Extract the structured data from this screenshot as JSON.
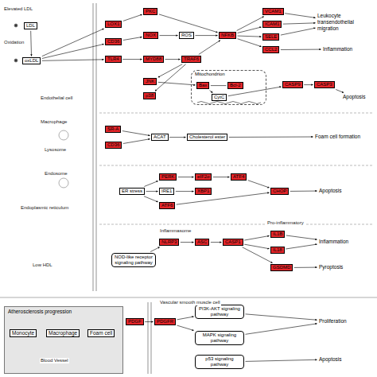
{
  "diagram": {
    "nodes": [
      {
        "text": [
          "Mitochondrion"
        ]
      },
      {
        "text": [
          "Bax"
        ],
        "in": 0
      },
      {
        "text": [
          "Bcl-2"
        ],
        "in": 0
      },
      {
        "text": [
          "CytC"
        ],
        "in": 0
      },
      {
        "text": [
          "LDL"
        ]
      },
      {
        "text": [
          "oxLDL"
        ]
      },
      {
        "text": [
          "LOX1"
        ]
      },
      {
        "text": [
          "CD36"
        ]
      },
      {
        "text": [
          "TLR4"
        ]
      },
      {
        "text": [
          "PKC"
        ]
      },
      {
        "text": [
          "NOX"
        ]
      },
      {
        "text": [
          "ROS"
        ]
      },
      {
        "text": [
          "MYD88"
        ]
      },
      {
        "text": [
          "TRAF6"
        ]
      },
      {
        "text": [
          "NFKB"
        ]
      },
      {
        "text": [
          "VCAM1"
        ]
      },
      {
        "text": [
          "ICAM1"
        ]
      },
      {
        "text": [
          "SELE"
        ]
      },
      {
        "text": [
          "CCL2"
        ]
      },
      {
        "text": [
          "Inflammation"
        ]
      },
      {
        "text": [
          "Leukocyte transendothelial migration"
        ]
      },
      {
        "text": [
          "CASP9"
        ]
      },
      {
        "text": [
          "CASP3"
        ]
      },
      {
        "text": [
          "Apoptosis"
        ]
      },
      {
        "text": [
          "JNK"
        ]
      },
      {
        "text": [
          "p38"
        ]
      },
      {
        "text": [
          "SR-A"
        ]
      },
      {
        "text": [
          "CD36"
        ]
      },
      {
        "text": [
          "ACAT"
        ]
      },
      {
        "text": [
          "Cholesterol ester"
        ]
      },
      {
        "text": [
          "Foam cell formation"
        ]
      },
      {
        "text": [
          "ER stress"
        ]
      },
      {
        "text": [
          "PERK"
        ]
      },
      {
        "text": [
          "eIF2α"
        ]
      },
      {
        "text": [
          "ATF4"
        ]
      },
      {
        "text": [
          "CHOP"
        ]
      },
      {
        "text": [
          "IRE1"
        ]
      },
      {
        "text": [
          "XBP1"
        ]
      },
      {
        "text": [
          "ATF6"
        ]
      },
      {
        "text": [
          "Apoptosis"
        ]
      },
      {
        "text": [
          "NLRP3"
        ]
      },
      {
        "text": [
          "ASC"
        ]
      },
      {
        "text": [
          "CASP1"
        ]
      },
      {
        "text": [
          "IL1B"
        ]
      },
      {
        "text": [
          "IL18"
        ]
      },
      {
        "text": [
          "Inflammation"
        ]
      },
      {
        "text": [
          "GSDMD"
        ]
      },
      {
        "text": [
          "Pyroptosis"
        ]
      },
      {
        "text": [
          "Atherosclerosis progression"
        ]
      },
      {
        "text": [
          "Monocyte"
        ],
        "in": 48
      },
      {
        "text": [
          "Macrophage"
        ],
        "in": 48
      },
      {
        "text": [
          "Foam cell"
        ],
        "in": 48
      },
      {
        "text": [
          "PDGF"
        ]
      },
      {
        "text": [
          "PDGFR"
        ]
      },
      {
        "text": [
          "PI3K-AKT signaling pathway"
        ]
      },
      {
        "text": [
          "Proliferation"
        ]
      },
      {
        "text": [
          "MAPK signaling pathway"
        ]
      },
      {
        "text": [
          "Apoptosis"
        ]
      },
      {
        "text": [
          "p53 signaling pathway"
        ]
      },
      {
        "text": [
          "NOD-like receptor signaling pathway"
        ]
      }
    ],
    "edges": [
      {
        "from": 4,
        "to": 5,
        "arrow": "to"
      },
      {
        "from": 5,
        "to": 6,
        "arrow": "to"
      },
      {
        "from": 5,
        "to": 7,
        "arrow": "to"
      },
      {
        "from": 5,
        "to": 8,
        "arrow": "to"
      },
      {
        "from": 6,
        "to": 9,
        "arrow": "to"
      },
      {
        "from": 9,
        "to": 14,
        "arrow": "to"
      },
      {
        "from": 7,
        "to": 10,
        "arrow": "to"
      },
      {
        "from": 10,
        "to": 11,
        "arrow": "to"
      },
      {
        "from": 11,
        "to": 14,
        "arrow": "to"
      },
      {
        "from": 8,
        "to": 12,
        "arrow": "to"
      },
      {
        "from": 12,
        "to": 13,
        "arrow": "to"
      },
      {
        "from": 13,
        "to": 14,
        "arrow": "to"
      },
      {
        "from": 14,
        "to": 15,
        "arrow": "to"
      },
      {
        "from": 14,
        "to": 16,
        "arrow": "to"
      },
      {
        "from": 14,
        "to": 17,
        "arrow": "to"
      },
      {
        "from": 14,
        "to": 18,
        "arrow": "to"
      },
      {
        "from": 15,
        "to": 20,
        "arrow": "to"
      },
      {
        "from": 16,
        "to": 20,
        "arrow": "to"
      },
      {
        "from": 17,
        "to": 20,
        "arrow": "to"
      },
      {
        "from": 18,
        "to": 19,
        "arrow": "to"
      },
      {
        "from": 13,
        "to": 24,
        "arrow": "to"
      },
      {
        "from": 13,
        "to": 25,
        "arrow": "to"
      },
      {
        "from": 24,
        "to": 1,
        "arrow": "to"
      },
      {
        "from": 2,
        "to": 1,
        "arrow": "none"
      },
      {
        "from": 1,
        "to": 3,
        "arrow": "to"
      },
      {
        "from": 3,
        "to": 21,
        "arrow": "to"
      },
      {
        "from": 21,
        "to": 22,
        "arrow": "to"
      },
      {
        "from": 22,
        "to": 23,
        "arrow": "to"
      },
      {
        "from": 26,
        "to": 28,
        "arrow": "to"
      },
      {
        "from": 27,
        "to": 28,
        "arrow": "to"
      },
      {
        "from": 28,
        "to": 29,
        "arrow": "to"
      },
      {
        "from": 29,
        "to": 30,
        "arrow": "to"
      },
      {
        "from": 31,
        "to": 32,
        "arrow": "to"
      },
      {
        "from": 31,
        "to": 36,
        "arrow": "to"
      },
      {
        "from": 31,
        "to": 38,
        "arrow": "to"
      },
      {
        "from": 32,
        "to": 33,
        "arrow": "to"
      },
      {
        "from": 33,
        "to": 34,
        "arrow": "to"
      },
      {
        "from": 34,
        "to": 35,
        "arrow": "to"
      },
      {
        "from": 36,
        "to": 37,
        "arrow": "to"
      },
      {
        "from": 38,
        "to": 35,
        "arrow": "to"
      },
      {
        "from": 35,
        "to": 39,
        "arrow": "to"
      },
      {
        "from": 59,
        "to": 40,
        "arrow": "to"
      },
      {
        "from": 40,
        "to": 41,
        "arrow": "to"
      },
      {
        "from": 41,
        "to": 42,
        "arrow": "to"
      },
      {
        "from": 42,
        "to": 43,
        "arrow": "to"
      },
      {
        "from": 42,
        "to": 44,
        "arrow": "to"
      },
      {
        "from": 42,
        "to": 46,
        "arrow": "to"
      },
      {
        "from": 43,
        "to": 45,
        "arrow": "to"
      },
      {
        "from": 44,
        "to": 45,
        "arrow": "to"
      },
      {
        "from": 46,
        "to": 47,
        "arrow": "to"
      },
      {
        "from": 49,
        "to": 50,
        "arrow": "to"
      },
      {
        "from": 50,
        "to": 51,
        "arrow": "to"
      },
      {
        "from": 52,
        "to": 53,
        "arrow": "to"
      },
      {
        "from": 53,
        "to": 54,
        "arrow": "to"
      },
      {
        "from": 53,
        "to": 56,
        "arrow": "to"
      },
      {
        "from": 54,
        "to": 55,
        "arrow": "to"
      },
      {
        "from": 56,
        "to": 55,
        "arrow": "to"
      },
      {
        "from": 58,
        "to": 57,
        "arrow": "to"
      }
    ],
    "labels": [
      "Elevated LDL",
      "Oxidation",
      "Endothelial cell",
      "Macrophage",
      "Lysosome",
      "Endosome",
      "Endoplasmic reticulum",
      "Inflammasome",
      "Pro-inflammatory",
      "Vascular smooth muscle cell",
      "Blood Vessel",
      "Low HDL"
    ]
  }
}
